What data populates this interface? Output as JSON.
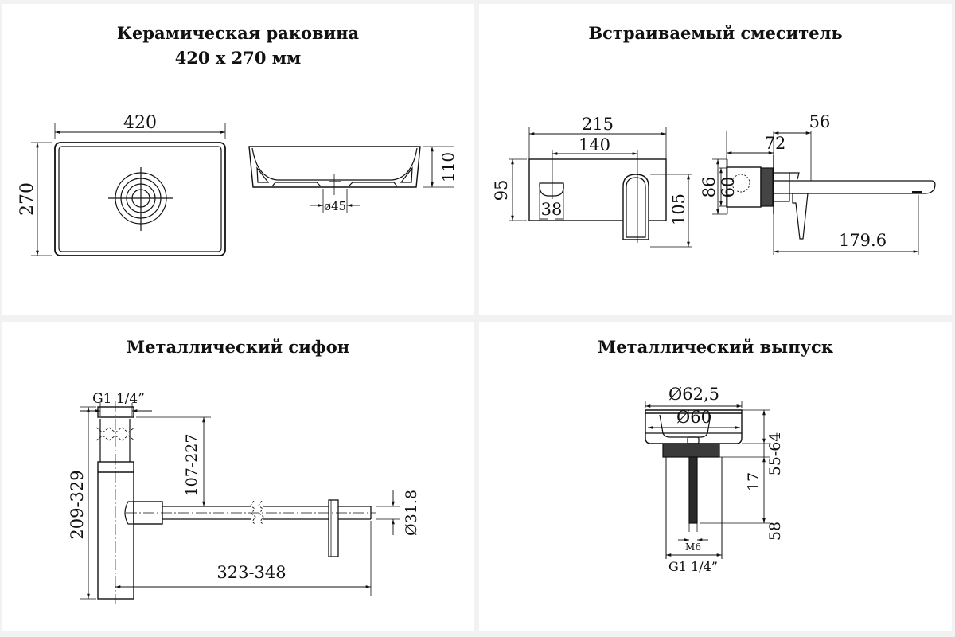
{
  "panels": {
    "sink": {
      "title_line1": "Керамическая раковина",
      "title_line2": "420 х 270 мм",
      "dims": {
        "width": "420",
        "depth": "270",
        "height": "110",
        "drain": "ø45"
      }
    },
    "mixer": {
      "title": "Встраиваемый смеситель",
      "dims": {
        "total_width": "215",
        "handle_spout_distance": "140",
        "plate_height": "95",
        "handle_width": "38",
        "spout_height": "105",
        "body_depth": "72",
        "plate_to_spout": "56",
        "body_outer": "86",
        "body_inner": "60",
        "spout_reach": "179.6"
      }
    },
    "siphon": {
      "title": "Металлический сифон",
      "dims": {
        "thread": "G1 1/4”",
        "height_range": "209-329",
        "outlet_height": "107-227",
        "length_range": "323-348",
        "pipe_diameter": "Ø31.8"
      }
    },
    "drain": {
      "title": "Металлический выпуск",
      "dims": {
        "outer_diameter": "Ø62,5",
        "inner_diameter": "Ø60",
        "adjust_range": "55-64",
        "thread_length": "17",
        "stem_length": "58",
        "stem_thread": "M6",
        "thread": "G1 1/4”"
      }
    }
  },
  "colors": {
    "background": "#f2f2f2",
    "panel": "#ffffff",
    "ink": "#111111"
  }
}
